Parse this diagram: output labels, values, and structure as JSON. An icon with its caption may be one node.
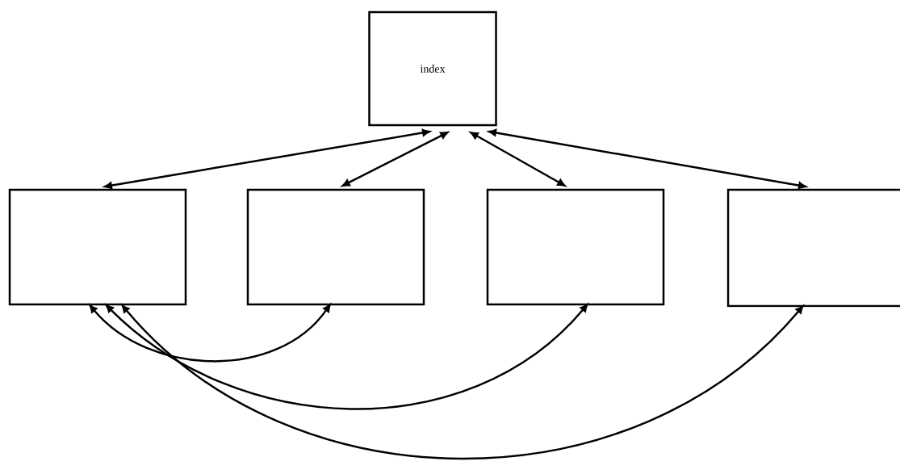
{
  "diagram": {
    "nodes": [
      {
        "text": [
          "index"
        ]
      },
      {
        "text": [],
        "shape": "box"
      },
      {
        "text": [],
        "shape": "box"
      },
      {
        "text": [],
        "shape": "box"
      },
      {
        "text": [],
        "shape": "box"
      }
    ],
    "edges": [
      {
        "from": 0,
        "to": 1,
        "arrow": "both"
      },
      {
        "from": 0,
        "to": 2,
        "arrow": "both"
      },
      {
        "from": 0,
        "to": 3,
        "arrow": "both"
      },
      {
        "from": 0,
        "to": 4,
        "arrow": "both"
      },
      {
        "from": 1,
        "to": 2,
        "arrow": "both"
      },
      {
        "from": 1,
        "to": 3,
        "arrow": "both"
      },
      {
        "from": 1,
        "to": 4,
        "arrow": "both"
      }
    ]
  }
}
